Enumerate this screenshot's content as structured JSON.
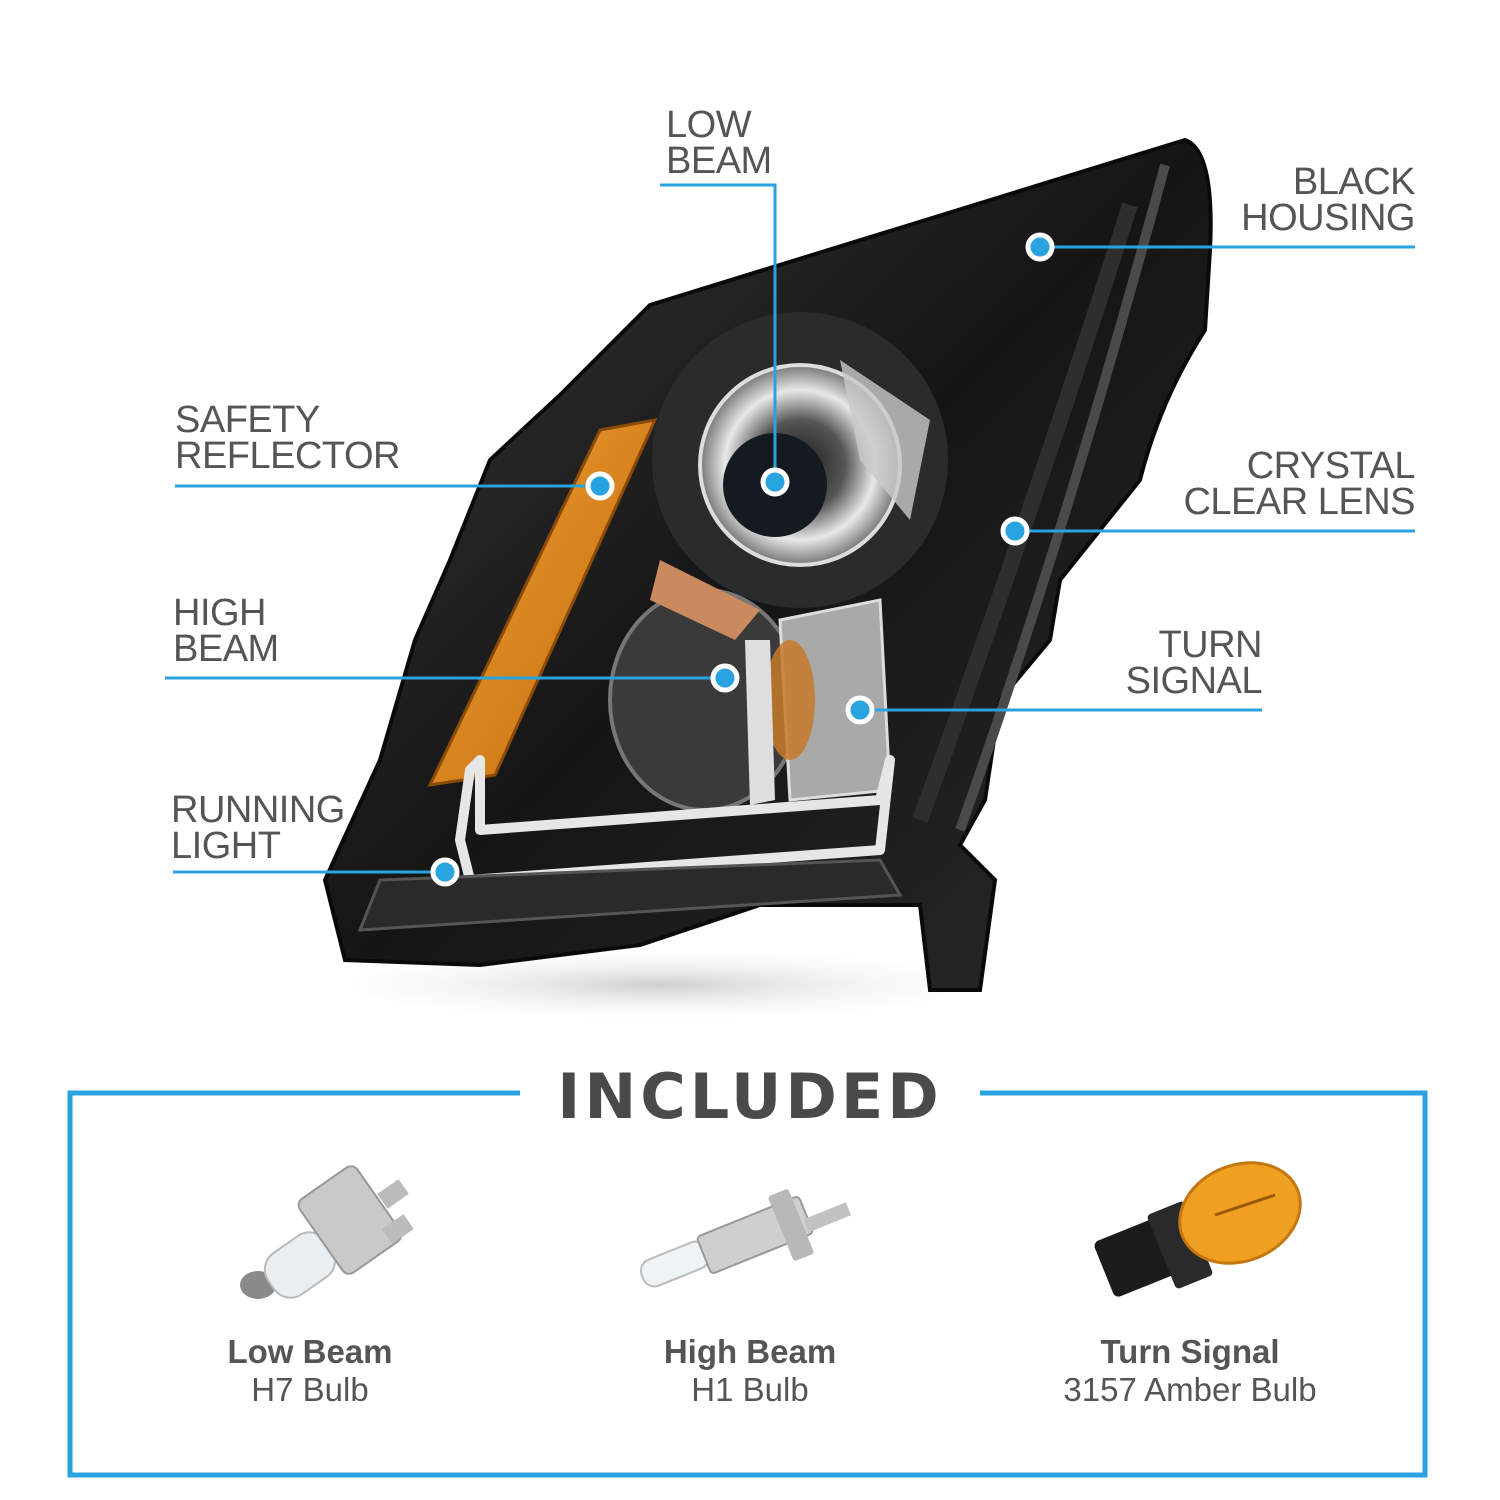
{
  "callouts": [
    {
      "id": "low-beam",
      "lines": [
        "LOW",
        "BEAM"
      ]
    },
    {
      "id": "black-housing",
      "lines": [
        "BLACK",
        "HOUSING"
      ]
    },
    {
      "id": "safety-reflector",
      "lines": [
        "SAFETY",
        "REFLECTOR"
      ]
    },
    {
      "id": "crystal-clear-lens",
      "lines": [
        "CRYSTAL",
        "CLEAR LENS"
      ]
    },
    {
      "id": "high-beam",
      "lines": [
        "HIGH",
        "BEAM"
      ]
    },
    {
      "id": "turn-signal",
      "lines": [
        "TURN",
        "SIGNAL"
      ]
    },
    {
      "id": "running-light",
      "lines": [
        "RUNNING",
        "LIGHT"
      ]
    }
  ],
  "included": {
    "title": "INCLUDED",
    "items": [
      {
        "name": "Low Beam",
        "type": "H7 Bulb"
      },
      {
        "name": "High Beam",
        "type": "H1 Bulb"
      },
      {
        "name": "Turn Signal",
        "type": "3157 Amber Bulb"
      }
    ]
  },
  "colors": {
    "accent": "#29a3e0",
    "label_text": "#555555",
    "housing": "#1b1b1b",
    "amber": "#e08a1e"
  }
}
